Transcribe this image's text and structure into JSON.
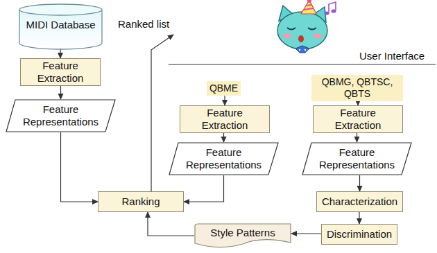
{
  "diagram": {
    "nodes": [
      {
        "text": [
          "MIDI Database"
        ]
      },
      {
        "text": [
          "Feature Extraction"
        ]
      },
      {
        "text": [
          "Feature Representations"
        ]
      },
      {
        "text": [
          "QBME"
        ]
      },
      {
        "text": [
          "Feature Extraction"
        ]
      },
      {
        "text": [
          "Feature Representations"
        ]
      },
      {
        "text": [
          "QBMG, QBTSC, QBTS"
        ]
      },
      {
        "text": [
          "Feature Extraction"
        ]
      },
      {
        "text": [
          "Feature Representations"
        ]
      },
      {
        "text": [
          "Characterization"
        ]
      },
      {
        "text": [
          "Discrimination"
        ]
      },
      {
        "text": [
          "Style Patterns"
        ]
      },
      {
        "text": [
          "Ranking"
        ]
      }
    ],
    "edges": [
      {
        "from": 0,
        "to": 1,
        "arrow": "to"
      },
      {
        "from": 1,
        "to": 2,
        "arrow": "to"
      },
      {
        "from": 2,
        "to": 12,
        "arrow": "to"
      },
      {
        "from": 3,
        "to": 4,
        "arrow": "to"
      },
      {
        "from": 4,
        "to": 5,
        "arrow": "to"
      },
      {
        "from": 5,
        "to": 12,
        "arrow": "to"
      },
      {
        "from": 6,
        "to": 7,
        "arrow": "to"
      },
      {
        "from": 7,
        "to": 8,
        "arrow": "to"
      },
      {
        "from": 8,
        "to": 9,
        "arrow": "to"
      },
      {
        "from": 9,
        "to": 10,
        "arrow": "to"
      },
      {
        "from": 10,
        "to": 11,
        "arrow": "to"
      },
      {
        "from": 11,
        "to": 12,
        "arrow": "to"
      }
    ],
    "labels": [
      "Ranked list",
      "User Interface"
    ]
  }
}
